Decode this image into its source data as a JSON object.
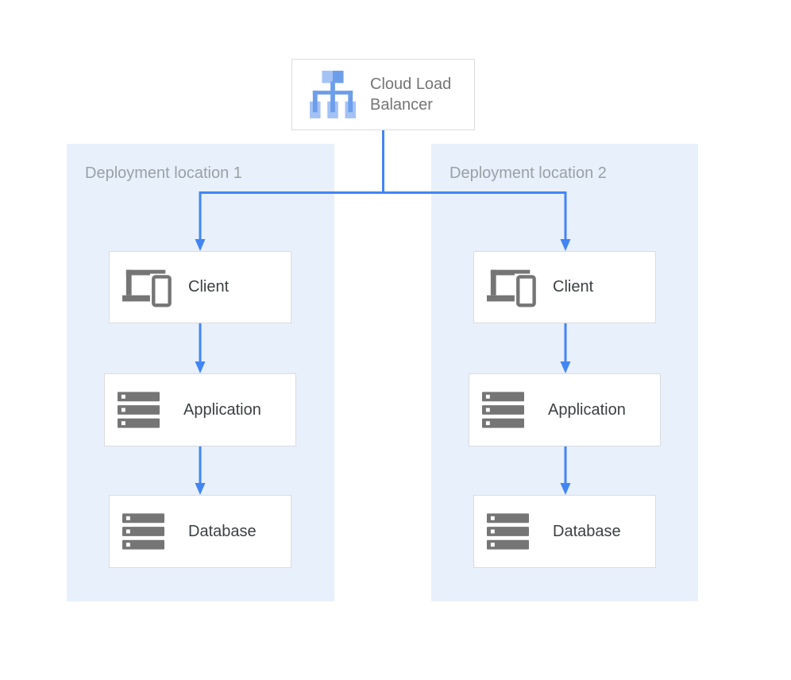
{
  "load_balancer": {
    "label": "Cloud Load Balancer",
    "icon": "load-balancer-icon"
  },
  "locations": [
    {
      "label": "Deployment location 1",
      "nodes": [
        {
          "label": "Client",
          "icon": "client-devices-icon"
        },
        {
          "label": "Application",
          "icon": "server-icon"
        },
        {
          "label": "Database",
          "icon": "server-icon"
        }
      ]
    },
    {
      "label": "Deployment location 2",
      "nodes": [
        {
          "label": "Client",
          "icon": "client-devices-icon"
        },
        {
          "label": "Application",
          "icon": "server-icon"
        },
        {
          "label": "Database",
          "icon": "server-icon"
        }
      ]
    }
  ],
  "colors": {
    "connector_blue": "#4285F4",
    "panel_background": "#E8F0FB",
    "box_border": "#DADCE0",
    "icon_gray": "#757575",
    "icon_blue_light": "#A4C2F4",
    "icon_blue_medium": "#6D9EEB",
    "node_text": "#3C4043",
    "load_balancer_text": "#757575",
    "panel_label_text": "#9AA0A6"
  }
}
